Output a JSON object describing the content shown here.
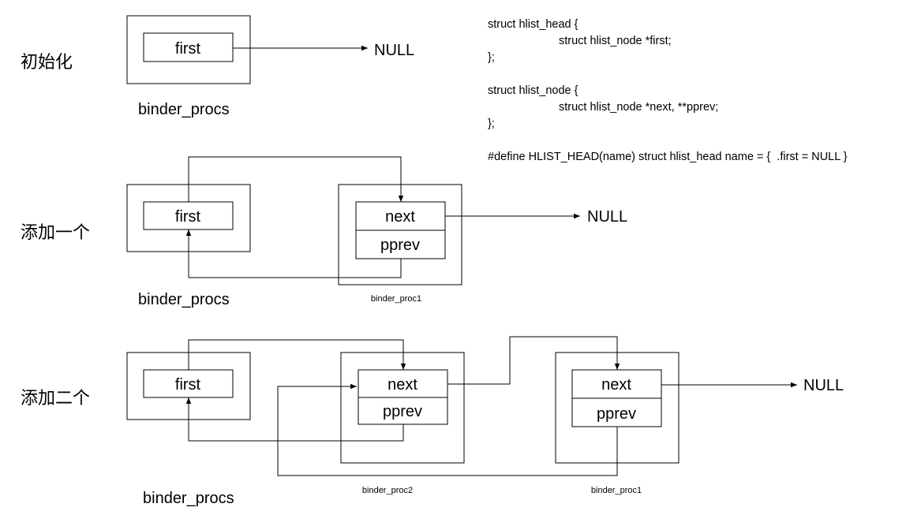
{
  "rows": {
    "init": "初始化",
    "add_one": "添加一个",
    "add_two": "添加二个"
  },
  "fields": {
    "first": "first",
    "next": "next",
    "pprev": "pprev"
  },
  "null_text": "NULL",
  "labels": {
    "head": "binder_procs",
    "proc1": "binder_proc1",
    "proc2": "binder_proc2"
  },
  "code": {
    "l1": "struct hlist_head {",
    "l2": "struct hlist_node *first;",
    "l3": "};",
    "l4": "struct hlist_node {",
    "l5": "struct hlist_node *next, **pprev;",
    "l6": "};",
    "l7": "#define HLIST_HEAD(name) struct hlist_head name = {  .first = NULL }"
  }
}
